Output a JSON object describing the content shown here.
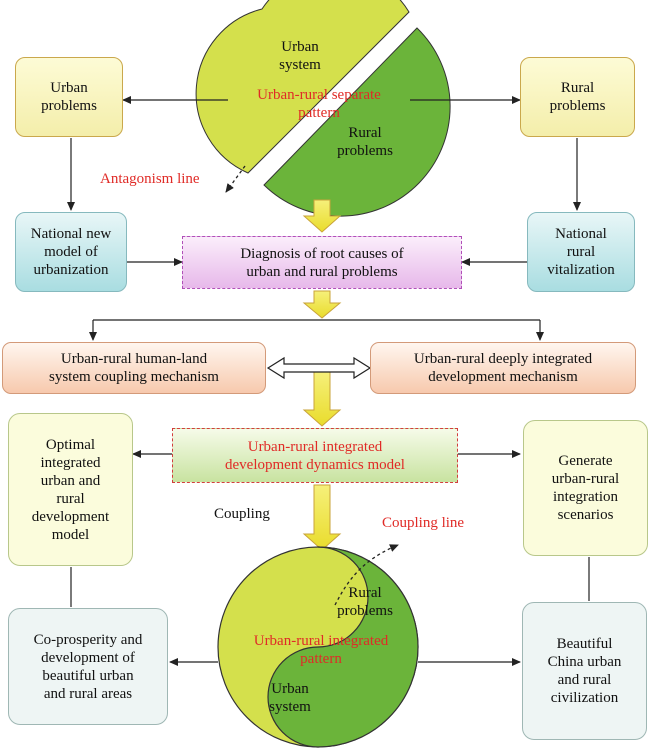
{
  "top_circle": {
    "urban": [
      "Urban",
      "system"
    ],
    "rural": [
      "Rural",
      "problems"
    ],
    "pattern": [
      "Urban-rural separate",
      "pattern"
    ]
  },
  "antagonism_label": "Antagonism line",
  "urban_problems": [
    "Urban",
    "problems"
  ],
  "rural_problems": [
    "Rural",
    "problems"
  ],
  "national_urbanization": [
    "National new",
    "model of",
    "urbanization"
  ],
  "national_rural": [
    "National",
    "rural",
    "vitalization"
  ],
  "diagnosis": [
    "Diagnosis of root causes of",
    "urban and rural problems"
  ],
  "coupling_mechanism": [
    "Urban-rural human-land",
    "system coupling mechanism"
  ],
  "integrated_mechanism": [
    "Urban-rural deeply integrated",
    "development mechanism"
  ],
  "dynamics_model": [
    "Urban-rural integrated",
    "development dynamics model"
  ],
  "optimal_model": [
    "Optimal",
    "integrated",
    "urban and",
    "rural",
    "development",
    "model"
  ],
  "scenarios": [
    "Generate",
    "urban-rural",
    "integration",
    "scenarios"
  ],
  "coupling_label": "Coupling",
  "coupling_line_label": "Coupling line",
  "co_prosperity": [
    "Co-prosperity and",
    "development of",
    "beautiful urban",
    "and rural areas"
  ],
  "beautiful_china": [
    "Beautiful",
    "China urban",
    "and rural",
    "civilization"
  ],
  "bottom_circle": {
    "rural": [
      "Rural",
      "problems"
    ],
    "pattern": [
      "Urban-rural integrated",
      "pattern"
    ],
    "urban": [
      "Urban",
      "system"
    ]
  },
  "colors": {
    "light_green": "#d4e04c",
    "dark_green": "#6bb43a",
    "red_text": "#e02b27",
    "arrow_yellow": "#f2e94a"
  }
}
